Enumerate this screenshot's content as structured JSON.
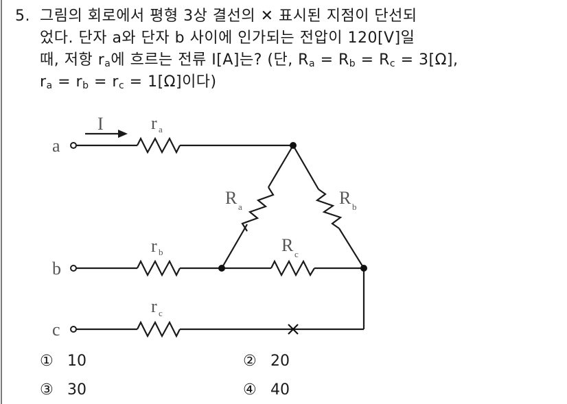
{
  "question": {
    "number": "5.",
    "line1": "그림의 회로에서 평형 3상 결선의 ✕ 표시된 지점이 단선되",
    "line2": "었다. 단자 a와 단자 b 사이에 인가되는 전압이 120[V]일",
    "line3_pre": "때, 저항 r",
    "line3_sub": "a",
    "line3_mid": "에 흐르는 전류 I[A]는? (단, R",
    "line3_sub2": "a",
    "line3_eq1": " = R",
    "line3_sub3": "b",
    "line3_eq2": " = R",
    "line3_sub4": "c",
    "line3_post": " = 3[Ω],",
    "line4_pre": "r",
    "line4_sub1": "a",
    "line4_eq1": " = r",
    "line4_sub2": "b",
    "line4_eq2": " = r",
    "line4_sub3": "c",
    "line4_post": " = 1[Ω]이다)"
  },
  "circuit": {
    "terminals": [
      "a",
      "b",
      "c"
    ],
    "current_label": "I",
    "line_resistors": [
      {
        "label": "r",
        "sub": "a"
      },
      {
        "label": "r",
        "sub": "b"
      },
      {
        "label": "r",
        "sub": "c"
      }
    ],
    "delta_resistors": [
      {
        "label": "R",
        "sub": "a"
      },
      {
        "label": "R",
        "sub": "b"
      },
      {
        "label": "R",
        "sub": "c"
      }
    ],
    "break_mark": "×"
  },
  "choices": [
    {
      "mark": "①",
      "value": "10"
    },
    {
      "mark": "②",
      "value": "20"
    },
    {
      "mark": "③",
      "value": "30"
    },
    {
      "mark": "④",
      "value": "40"
    }
  ]
}
